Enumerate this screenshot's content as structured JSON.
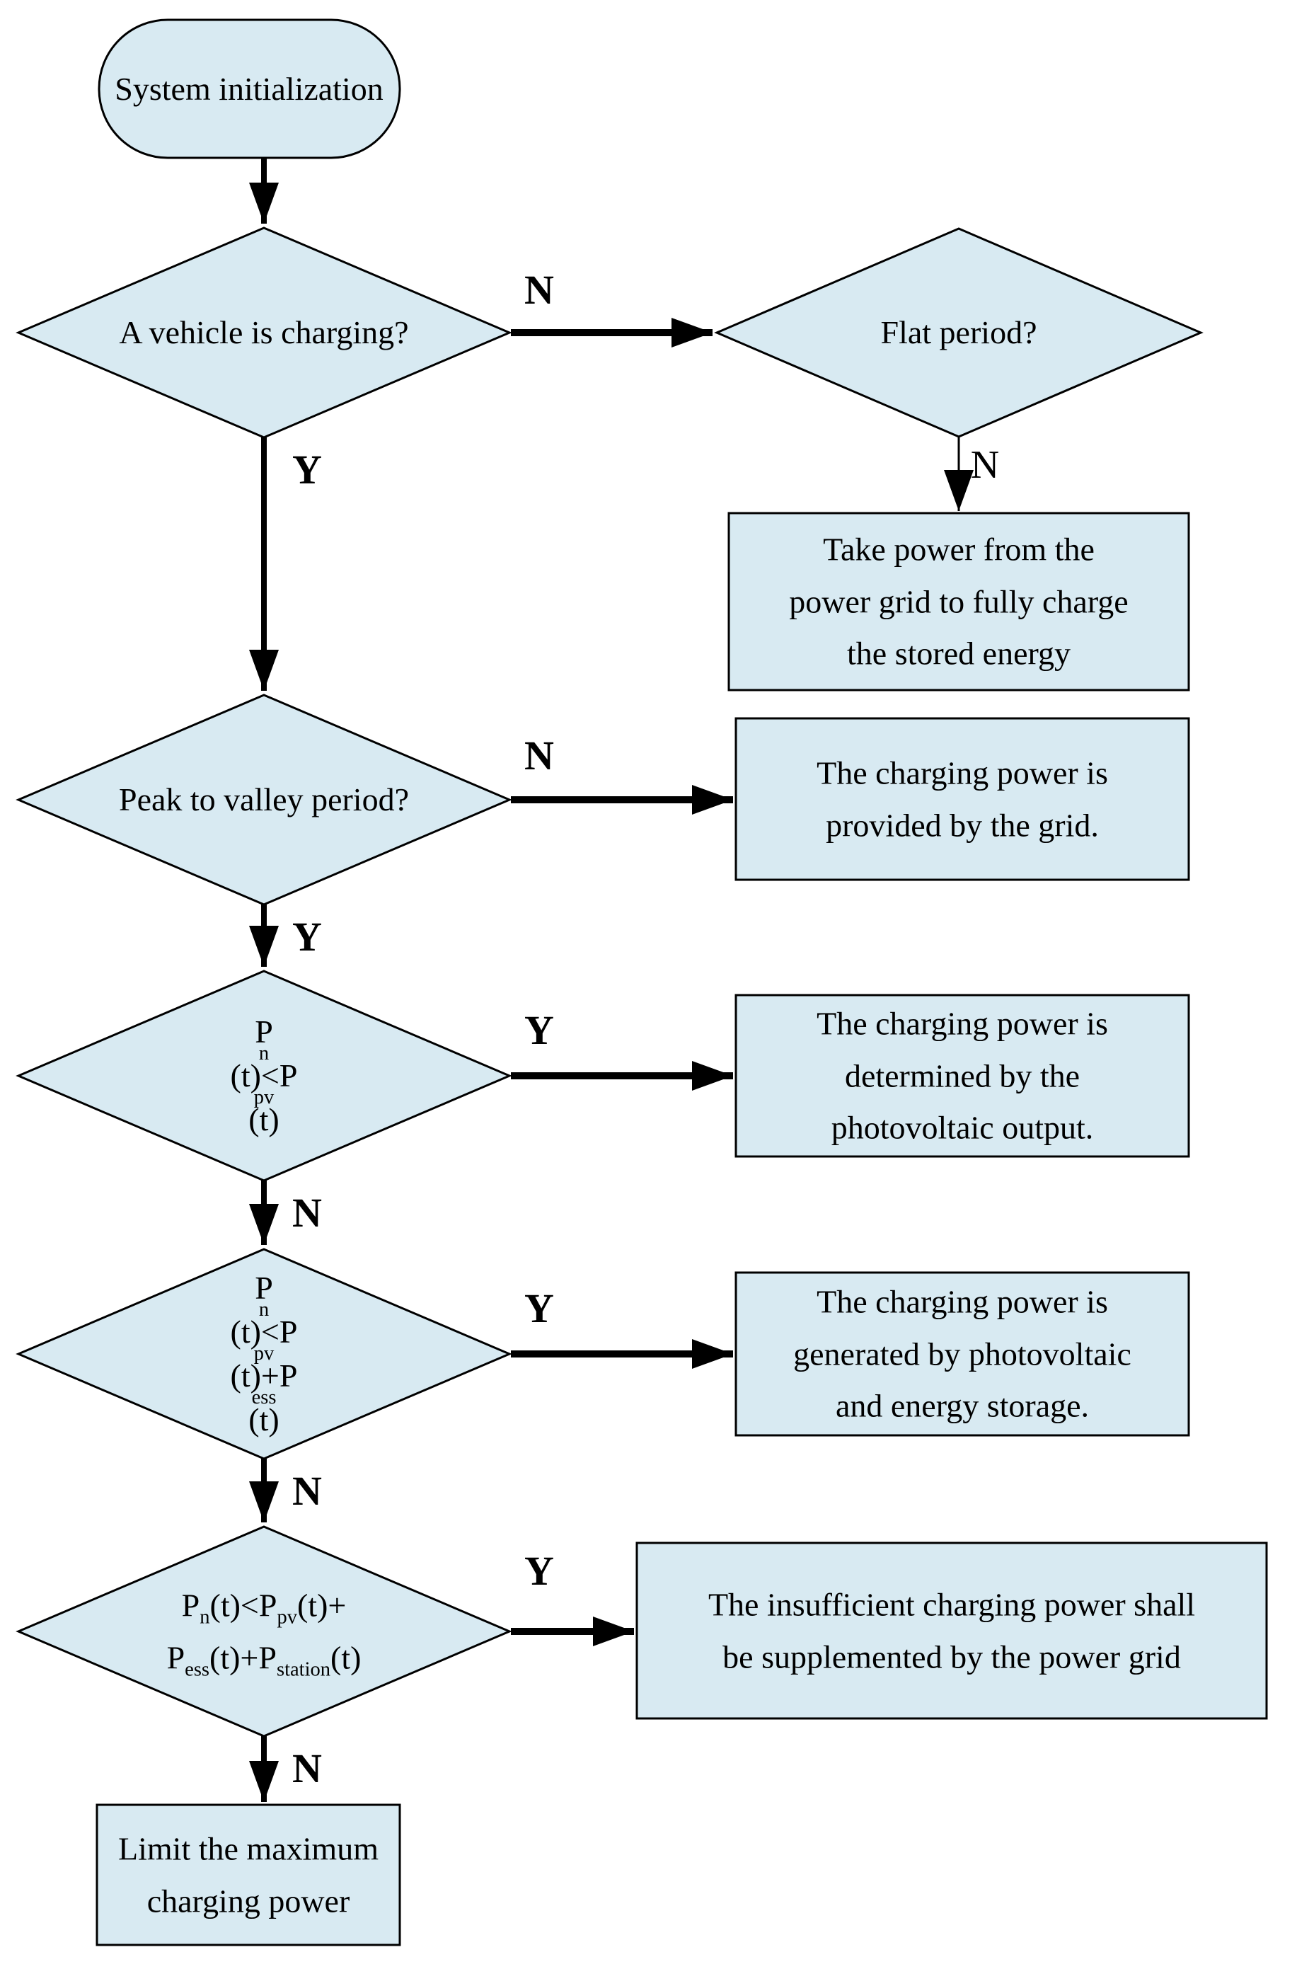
{
  "flowchart": {
    "colors": {
      "node_fill": "#d8eaf2",
      "node_stroke": "#000000",
      "arrow": "#000000"
    },
    "start": {
      "label": "System initialization"
    },
    "decisions": {
      "vehicle_charging": {
        "label": "A vehicle is charging?"
      },
      "flat_period": {
        "label": "Flat period?"
      },
      "peak_to_valley": {
        "label": "Peak to valley period?"
      },
      "pv": {
        "formula": [
          {
            "t": "P"
          },
          {
            "s": "n"
          },
          {
            "t": "(t)<P"
          },
          {
            "s": "pv"
          },
          {
            "t": "(t)"
          }
        ]
      },
      "pv_ess": {
        "formula": [
          {
            "t": "P"
          },
          {
            "s": "n"
          },
          {
            "t": "(t)<P"
          },
          {
            "s": "pv"
          },
          {
            "t": "(t)+P"
          },
          {
            "s": "ess"
          },
          {
            "t": "(t)"
          }
        ]
      },
      "pv_ess_station": {
        "formula_line1": [
          {
            "t": "P"
          },
          {
            "s": "n"
          },
          {
            "t": "(t)<P"
          },
          {
            "s": "pv"
          },
          {
            "t": "(t)+"
          }
        ],
        "formula_line2": [
          {
            "t": "P"
          },
          {
            "s": "ess"
          },
          {
            "t": "(t)+P"
          },
          {
            "s": "station"
          },
          {
            "t": "(t)"
          }
        ]
      }
    },
    "processes": {
      "take_power": {
        "lines": [
          "Take power from the",
          "power grid to fully charge",
          "the stored energy"
        ]
      },
      "grid_provides": {
        "lines": [
          "The charging power is",
          "provided by the grid."
        ]
      },
      "pv_output": {
        "lines": [
          "The charging power is",
          "determined by the",
          "photovoltaic output."
        ]
      },
      "pv_and_storage": {
        "lines": [
          "The charging power is",
          "generated by photovoltaic",
          "and energy storage."
        ]
      },
      "grid_supplement": {
        "lines": [
          "The insufficient charging power shall",
          "be supplemented by the power grid"
        ]
      },
      "limit_max": {
        "lines": [
          "Limit the maximum",
          "charging power"
        ]
      }
    },
    "edge_labels": {
      "yes": "Y",
      "no": "N"
    }
  }
}
